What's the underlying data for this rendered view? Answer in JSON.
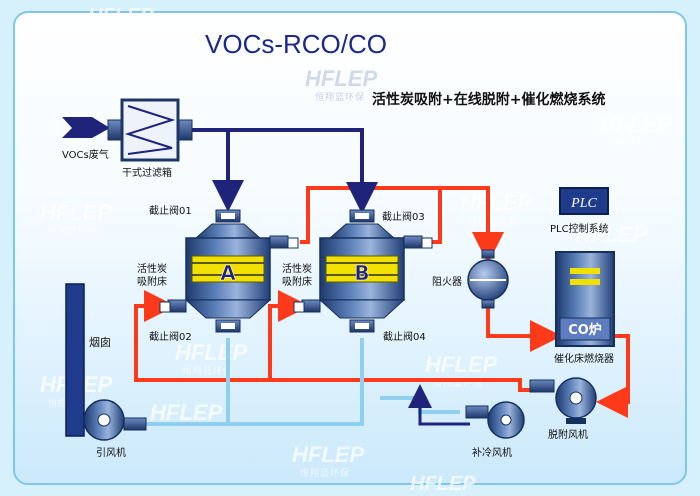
{
  "title": "VOCs-RCO/CO",
  "subtitle": "活性炭吸附+在线脱附+催化燃烧系统",
  "watermark": {
    "brand": "HFLEP",
    "sub": "恒翔蓝环保"
  },
  "labels": {
    "vocs_gas": "VOCs废气",
    "dry_filter": "干式过滤箱",
    "valve01": "截止阀01",
    "valve02": "截止阀02",
    "valve03": "截止阀03",
    "valve04": "截止阀04",
    "bed_a_line1": "活性炭",
    "bed_a_line2": "吸附床",
    "bed_b_line1": "活性炭",
    "bed_b_line2": "吸附床",
    "bed_a_letter": "A",
    "bed_b_letter": "B",
    "flame_arrester": "阻火器",
    "plc_box": "PLC",
    "plc_system": "PLC控制系统",
    "co_furnace": "CO炉",
    "catalytic_burner": "催化床燃烧器",
    "desorb_fan": "脱附风机",
    "chimney": "烟囱",
    "induced_fan": "引风机",
    "cooling_fan": "补冷风机"
  },
  "colors": {
    "navy": "#1f237a",
    "red": "#ff3a1a",
    "sky": "#8fd0f0",
    "frame": "#d6f1fb",
    "accent_yellow": "#f2e000"
  }
}
